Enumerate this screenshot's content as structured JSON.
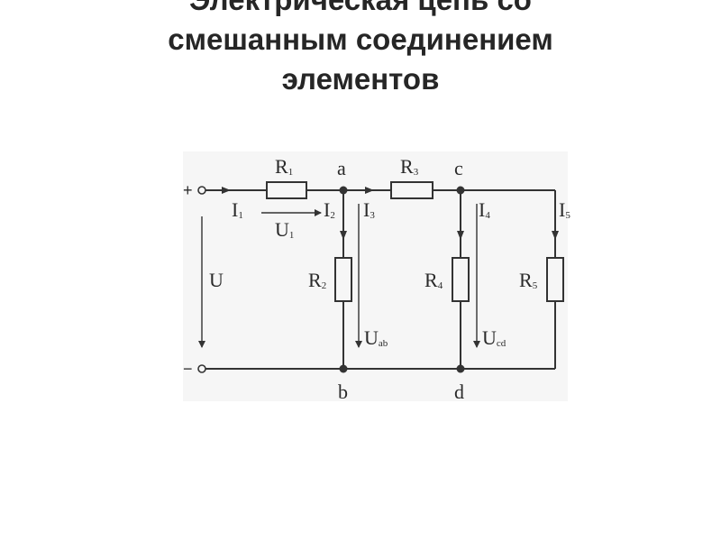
{
  "slide": {
    "title_lines": [
      "Электрическая цепь со",
      "смешанным соединением",
      "элементов"
    ]
  },
  "circuit": {
    "terminals": {
      "plus": "+",
      "minus": "−"
    },
    "nodes": {
      "a": "a",
      "b": "b",
      "c": "c",
      "d": "d"
    },
    "resistors": {
      "r1": {
        "main": "R",
        "sub": "1"
      },
      "r2": {
        "main": "R",
        "sub": "2"
      },
      "r3": {
        "main": "R",
        "sub": "3"
      },
      "r4": {
        "main": "R",
        "sub": "4"
      },
      "r5": {
        "main": "R",
        "sub": "5"
      }
    },
    "currents": {
      "i1": {
        "main": "I",
        "sub": "1"
      },
      "i2": {
        "main": "I",
        "sub": "2"
      },
      "i3": {
        "main": "I",
        "sub": "3"
      },
      "i4": {
        "main": "I",
        "sub": "4"
      },
      "i5": {
        "main": "I",
        "sub": "5"
      }
    },
    "voltages": {
      "u": {
        "main": "U"
      },
      "u1": {
        "main": "U",
        "sub": "1"
      },
      "uab": {
        "main": "U",
        "sub": "ab"
      },
      "ucd": {
        "main": "U",
        "sub": "cd"
      }
    },
    "colors": {
      "line": "#333333",
      "background": "#f6f6f6"
    }
  }
}
